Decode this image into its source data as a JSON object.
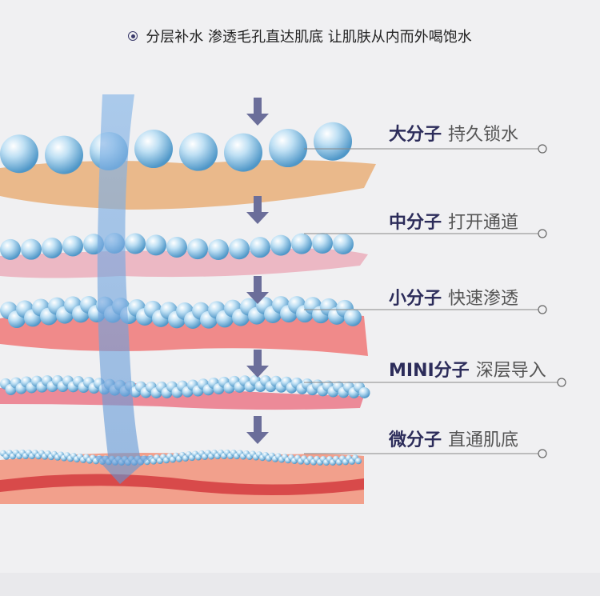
{
  "header": {
    "title": "分层补水 渗透毛孔直达肌底 让肌肤从内而外喝饱水"
  },
  "layers": [
    {
      "name": "大分子",
      "desc": "持久锁水"
    },
    {
      "name": "中分子",
      "desc": "打开通道"
    },
    {
      "name": "小分子",
      "desc": "快速渗透"
    },
    {
      "name": "MINI分子",
      "desc": "深层导入"
    },
    {
      "name": "微分子",
      "desc": "直通肌底"
    }
  ],
  "colors": {
    "accent": "#2c2c5a",
    "arrow": "#6b6e9a",
    "water": "#7fb4e6",
    "skin": "#eaa58a"
  }
}
